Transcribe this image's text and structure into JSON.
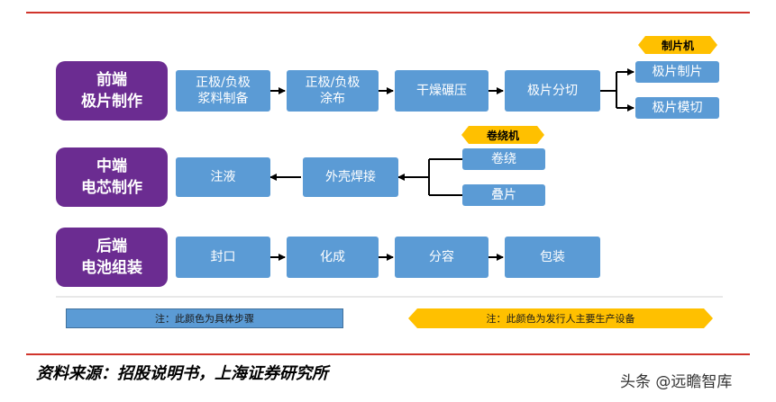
{
  "stages": {
    "front": {
      "line1": "前端",
      "line2": "极片制作"
    },
    "middle": {
      "line1": "中端",
      "line2": "电芯制作"
    },
    "back": {
      "line1": "后端",
      "line2": "电池组装"
    }
  },
  "front_steps": {
    "slurry": {
      "line1": "正极/负极",
      "line2": "浆料制备"
    },
    "coating": {
      "line1": "正极/负极",
      "line2": "涂布"
    },
    "drying": "干燥碾压",
    "slitting": "极片分切",
    "cutting": "极片制片",
    "die_cutting": "极片模切"
  },
  "middle_steps": {
    "injection": "注液",
    "welding": "外壳焊接",
    "winding": "卷绕",
    "stacking": "叠片"
  },
  "back_steps": {
    "sealing": "封口",
    "formation": "化成",
    "grading": "分容",
    "packing": "包装"
  },
  "equipment": {
    "sheet_machine": "制片机",
    "winding_machine": "卷绕机"
  },
  "legend": {
    "step_note": "注：此颜色为具体步骤",
    "equipment_note": "注：此颜色为发行人主要生产设备"
  },
  "source": "资料来源：招股说明书，上海证券研究所",
  "watermark": "头条 @远瞻智库",
  "colors": {
    "stage": "#6b2c91",
    "step": "#5b9bd5",
    "equipment": "#ffc000",
    "rule": "#d0342c"
  }
}
